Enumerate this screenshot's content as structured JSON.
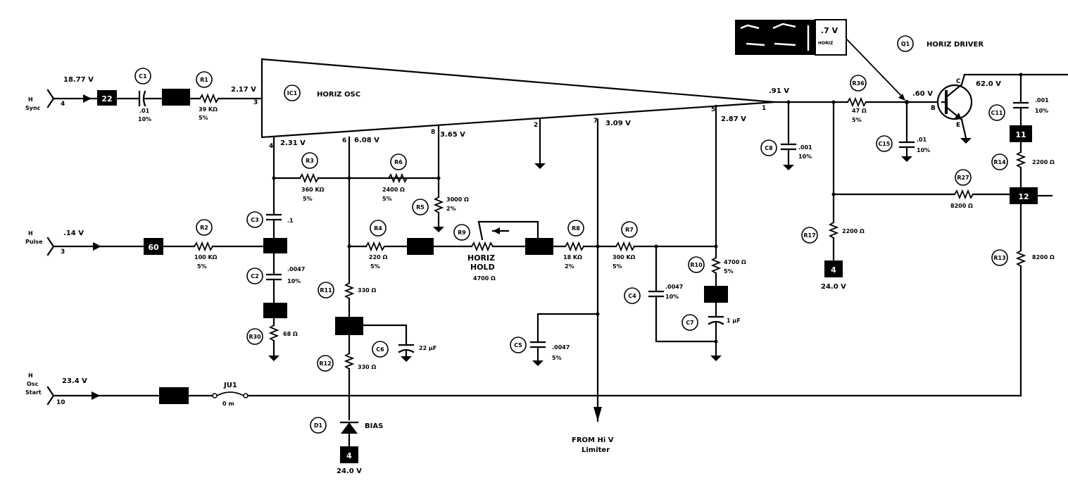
{
  "inputs": {
    "h_sync": {
      "line1": "H",
      "line2": "Sync",
      "pin": "4",
      "voltage": "18.77 V"
    },
    "h_pulse": {
      "line1": "H",
      "line2": "Pulse",
      "pin": "3",
      "voltage": ".14 V"
    },
    "h_osc_start": {
      "line1": "H",
      "line2": "Osc",
      "line3": "Start",
      "pin": "10",
      "voltage": "23.4 V"
    }
  },
  "ic": {
    "ref": "IC1",
    "name": "HORIZ OSC",
    "pins": {
      "p1": "1",
      "p2": "2",
      "p3": "3",
      "p4": "4",
      "p5": "5",
      "p6": "6",
      "p7": "7",
      "p8": "8"
    },
    "voltages": {
      "p3": "2.17 V",
      "p4": "2.31 V",
      "p6": "6.08 V",
      "p8": "3.65 V",
      "p7": "3.09 V",
      "p5": "2.87 V",
      "p1": ".91 V"
    }
  },
  "transistor": {
    "ref": "Q1",
    "name": "HORIZ DRIVER",
    "collector": "C",
    "base": "B",
    "emitter": "E",
    "base_v": ".60 V",
    "collector_v": "62.0 V"
  },
  "scope": {
    "value": ".7 V",
    "label": "HORIZ"
  },
  "blocks": {
    "b1": "22",
    "b2": "60",
    "b3": "4",
    "b4": "4",
    "b5": "11",
    "b6": "12"
  },
  "components": {
    "R1": {
      "ref": "R1",
      "value": "39 KΩ",
      "tol": "5%"
    },
    "R2": {
      "ref": "R2",
      "value": "100 KΩ",
      "tol": "5%"
    },
    "R3": {
      "ref": "R3",
      "value": "360 KΩ",
      "tol": "5%"
    },
    "R5": {
      "ref": "R5",
      "value": "3000 Ω",
      "tol": "2%"
    },
    "R6": {
      "ref": "R6",
      "value": "2400 Ω",
      "tol": "5%"
    },
    "R4": {
      "ref": "R4",
      "value": "220 Ω",
      "tol": "5%"
    },
    "R9": {
      "ref": "R9",
      "value": "4700 Ω",
      "line1": "HORIZ",
      "line2": "HOLD"
    },
    "R8": {
      "ref": "R8",
      "value": "18 KΩ",
      "tol": "2%"
    },
    "R7": {
      "ref": "R7",
      "value": "300 KΩ",
      "tol": "5%"
    },
    "R10": {
      "ref": "R10",
      "value": "4700 Ω",
      "tol": "5%"
    },
    "R11": {
      "ref": "R11",
      "value": "330 Ω"
    },
    "R12": {
      "ref": "R12",
      "value": "330 Ω"
    },
    "R30": {
      "ref": "R30",
      "value": "68 Ω"
    },
    "R36": {
      "ref": "R36",
      "value": "47 Ω",
      "tol": "5%"
    },
    "R17": {
      "ref": "R17",
      "value": "2200 Ω"
    },
    "R27": {
      "ref": "R27",
      "value": "8200 Ω"
    },
    "R14": {
      "ref": "R14",
      "value": "2200 Ω"
    },
    "R13": {
      "ref": "R13",
      "value": "8200 Ω"
    },
    "C1": {
      "ref": "C1",
      "value": ".01",
      "tol": "10%"
    },
    "C2": {
      "ref": "C2",
      "value": ".0047",
      "tol": "10%"
    },
    "C3": {
      "ref": "C3",
      "value": ".1"
    },
    "C4": {
      "ref": "C4",
      "value": ".0047",
      "tol": "10%"
    },
    "C5": {
      "ref": "C5",
      "value": ".0047",
      "tol": "5%"
    },
    "C6": {
      "ref": "C6",
      "value": "22 µF"
    },
    "C7": {
      "ref": "C7",
      "value": "1 µF"
    },
    "C8": {
      "ref": "C8",
      "value": ".001",
      "tol": "10%"
    },
    "C11": {
      "ref": "C11",
      "value": ".001",
      "tol": "10%"
    },
    "C15": {
      "ref": "C15",
      "value": ".01",
      "tol": "10%"
    },
    "D1": {
      "ref": "D1",
      "label": "BIAS"
    },
    "JU1": {
      "ref": "JU1",
      "value": "0 m"
    }
  },
  "supplies": {
    "s1": "24.0 V",
    "s2": "24.0 V"
  },
  "hv": {
    "line1": "FROM Hi V",
    "line2": "Limiter"
  }
}
